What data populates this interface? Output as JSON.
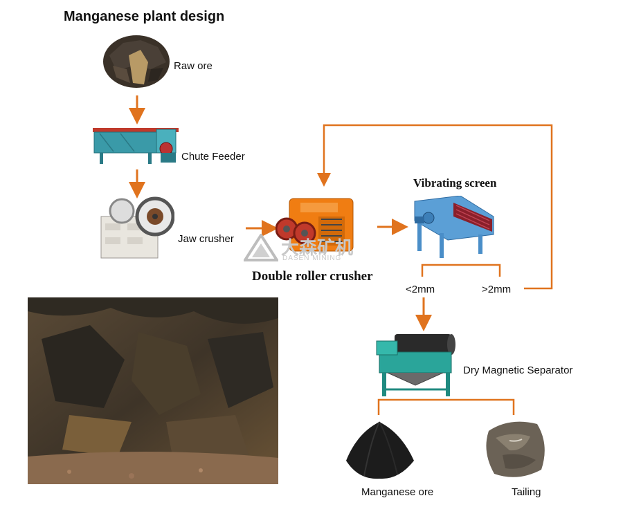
{
  "title": "Manganese plant design",
  "nodes": {
    "raw_ore": "Raw ore",
    "chute_feeder": "Chute Feeder",
    "jaw_crusher": "Jaw crusher",
    "double_roller_crusher": "Double roller crusher",
    "vibrating_screen": "Vibrating screen",
    "fine_fraction": "<2mm",
    "coarse_fraction": ">2mm",
    "dry_magnetic_separator": "Dry Magnetic Separator",
    "manganese_ore": "Manganese ore",
    "tailing": "Tailing"
  },
  "watermark": {
    "cn": "大森矿机",
    "en": "DASEN MINING"
  },
  "colors": {
    "arrow": "#e0731e",
    "feeder": "#3a9aa8",
    "crusher_orange": "#f07d12",
    "screen_blue": "#5b9fd6",
    "separator": "#2aa59a"
  }
}
